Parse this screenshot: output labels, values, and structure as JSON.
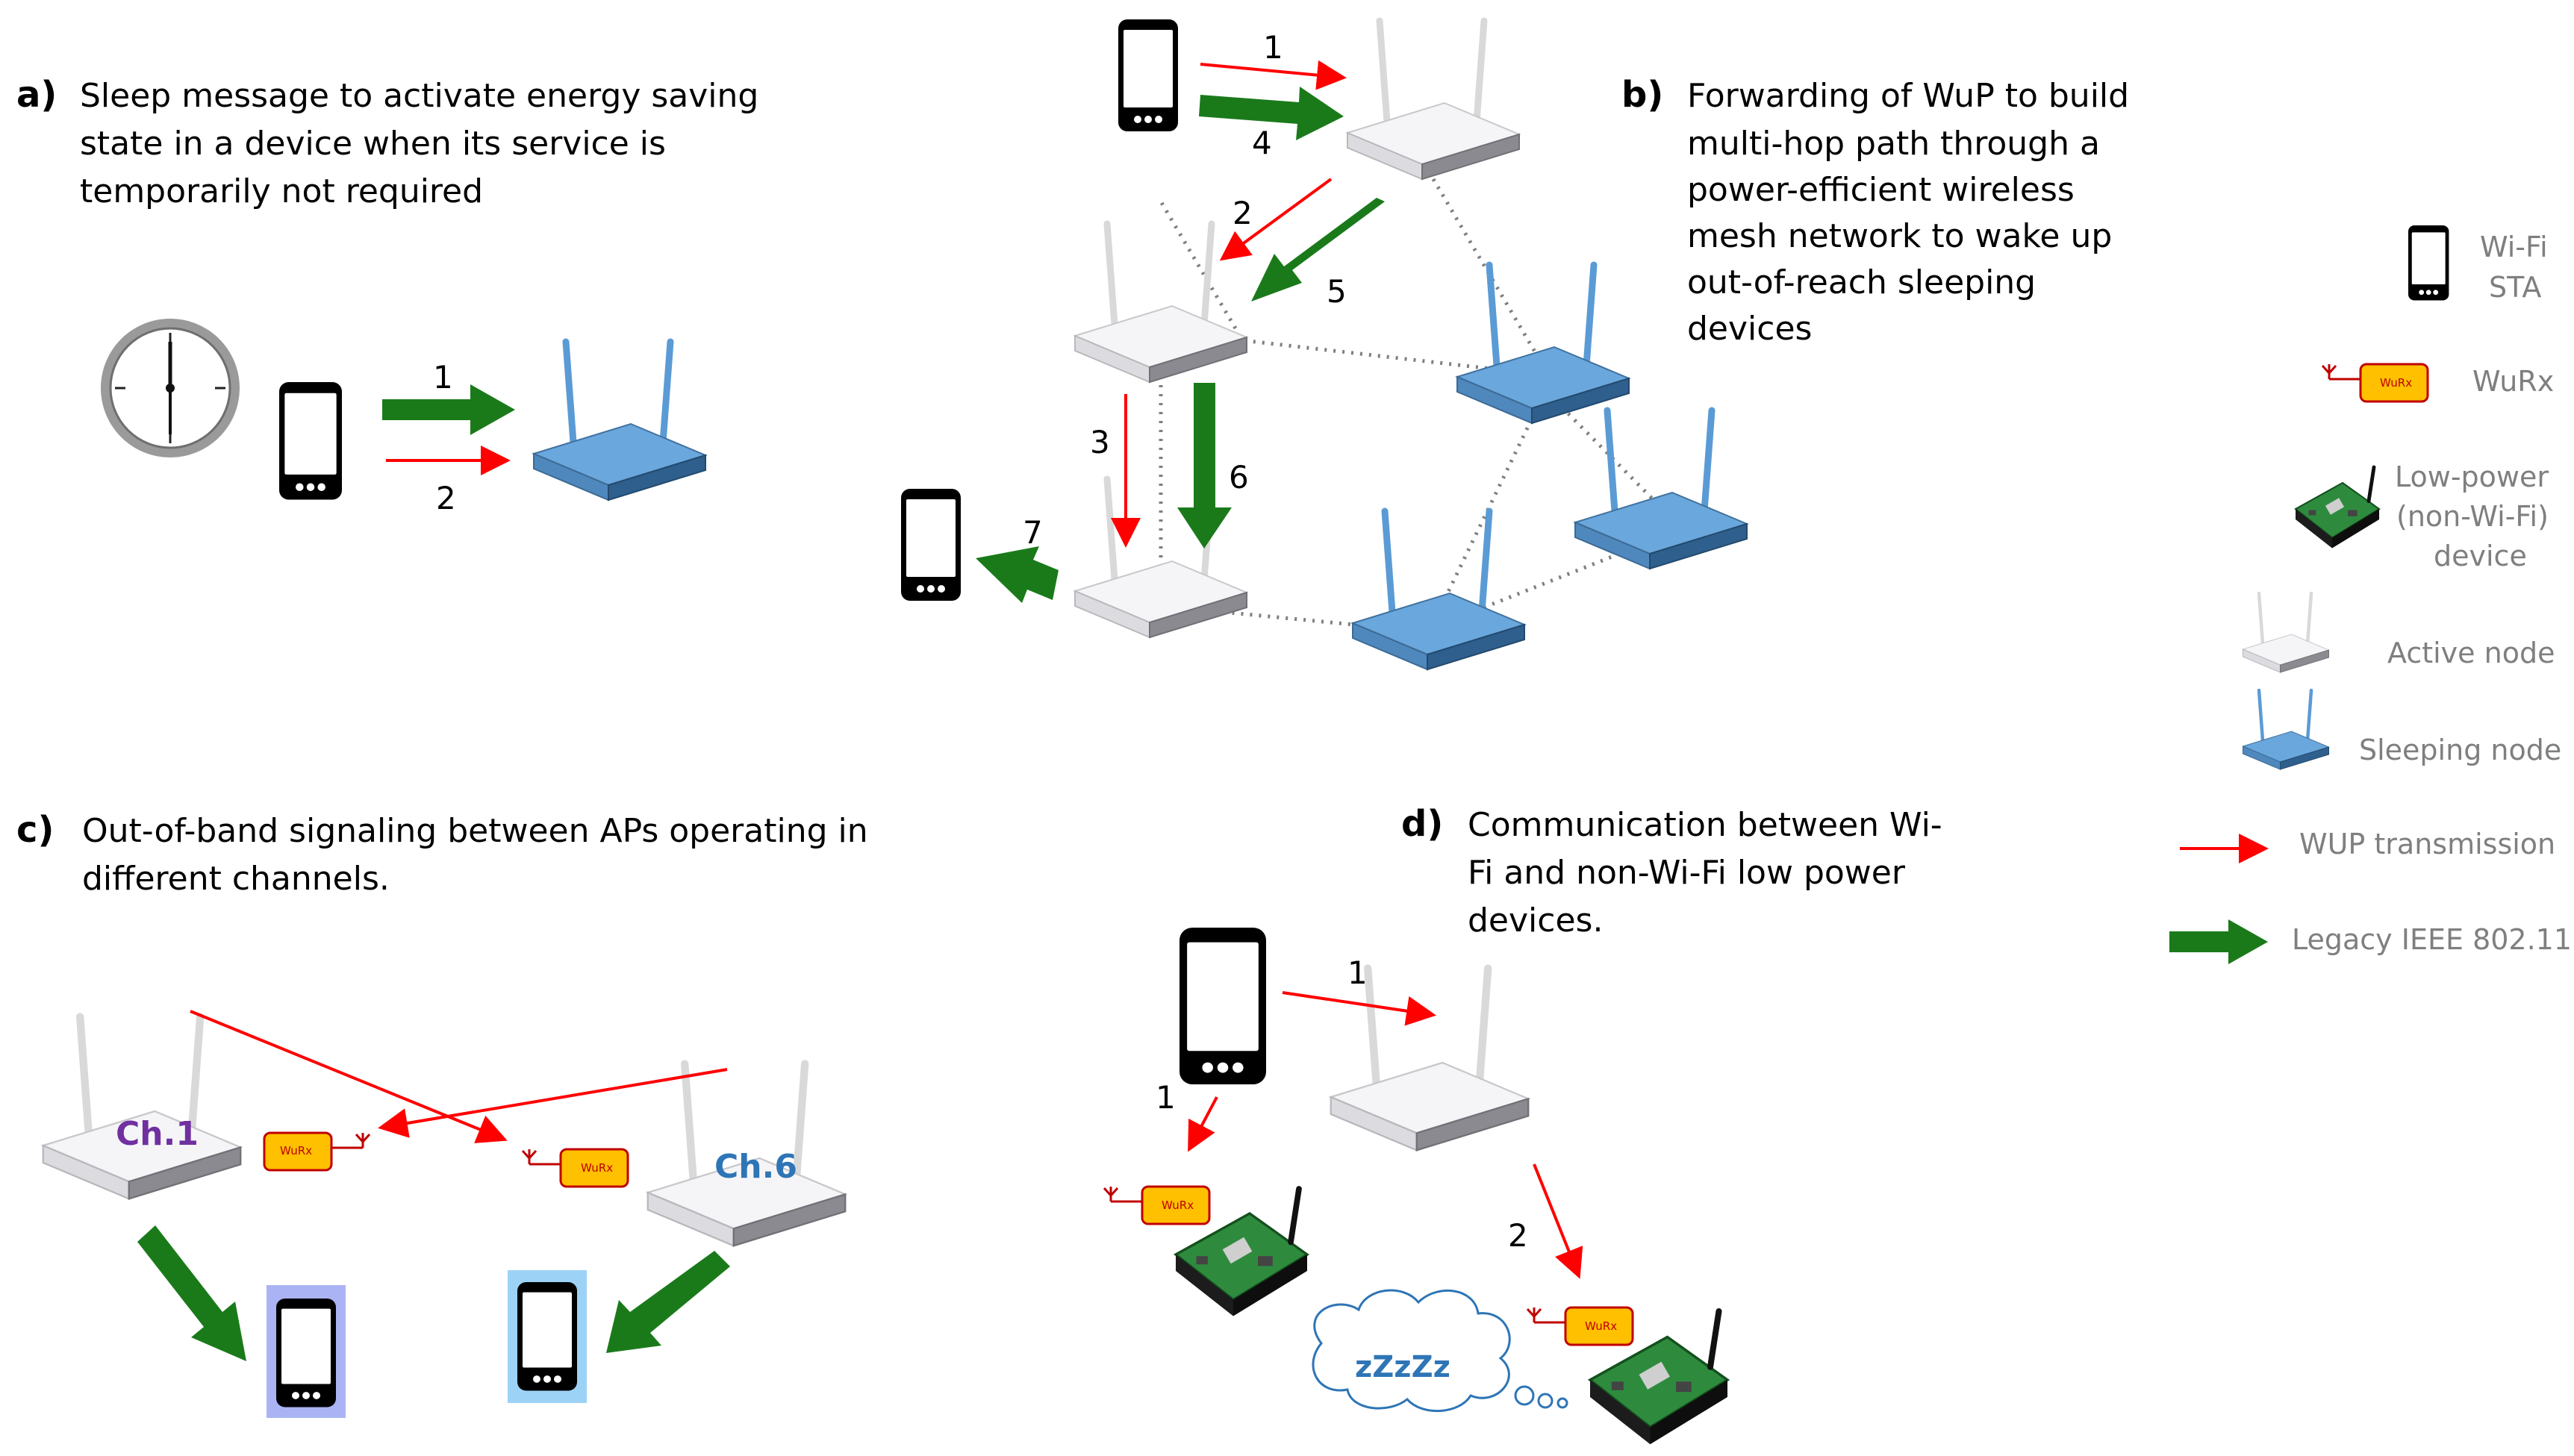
{
  "panel_a": {
    "label": "a)",
    "caption": [
      "Sleep message to activate energy saving",
      "state in a device when its service is",
      "temporarily not required"
    ],
    "step_1": "1",
    "step_2": "2"
  },
  "panel_b": {
    "label": "b)",
    "caption": [
      "Forwarding of WuP to build",
      "multi-hop path through a",
      "power-efficient wireless",
      "mesh network to wake up",
      "out-of-reach sleeping",
      "devices"
    ],
    "steps": [
      "1",
      "2",
      "3",
      "4",
      "5",
      "6",
      "7"
    ]
  },
  "panel_c": {
    "label": "c)",
    "caption": [
      "Out-of-band signaling between APs operating in",
      "different channels."
    ],
    "channel_left": "Ch.1",
    "channel_right": "Ch.6",
    "channel_left_color": "#7030a0",
    "channel_right_color": "#2e75b6"
  },
  "panel_d": {
    "label": "d)",
    "caption": [
      "Communication between Wi-",
      "Fi and non-Wi-Fi low power",
      "devices."
    ],
    "step_1_ap": "1",
    "step_1_dev": "1",
    "step_2": "2",
    "sleep_text": "zZzZz"
  },
  "wurx_label": "WuRx",
  "legend": {
    "sta": [
      "Wi-Fi",
      "STA"
    ],
    "wurx": "WuRx",
    "lowpower": [
      "Low-power",
      "(non-Wi-Fi)",
      "device"
    ],
    "active": "Active node",
    "sleeping": "Sleeping node",
    "wup": "WUP transmission",
    "legacy": "Legacy IEEE 802.11"
  },
  "colors": {
    "wup_arrow": "#ff0000",
    "legacy_arrow": "#1a7a1a",
    "active_router": "#f2f2f4",
    "sleeping_router": "#5b9bd5",
    "wurx_box": "#ffc000"
  }
}
